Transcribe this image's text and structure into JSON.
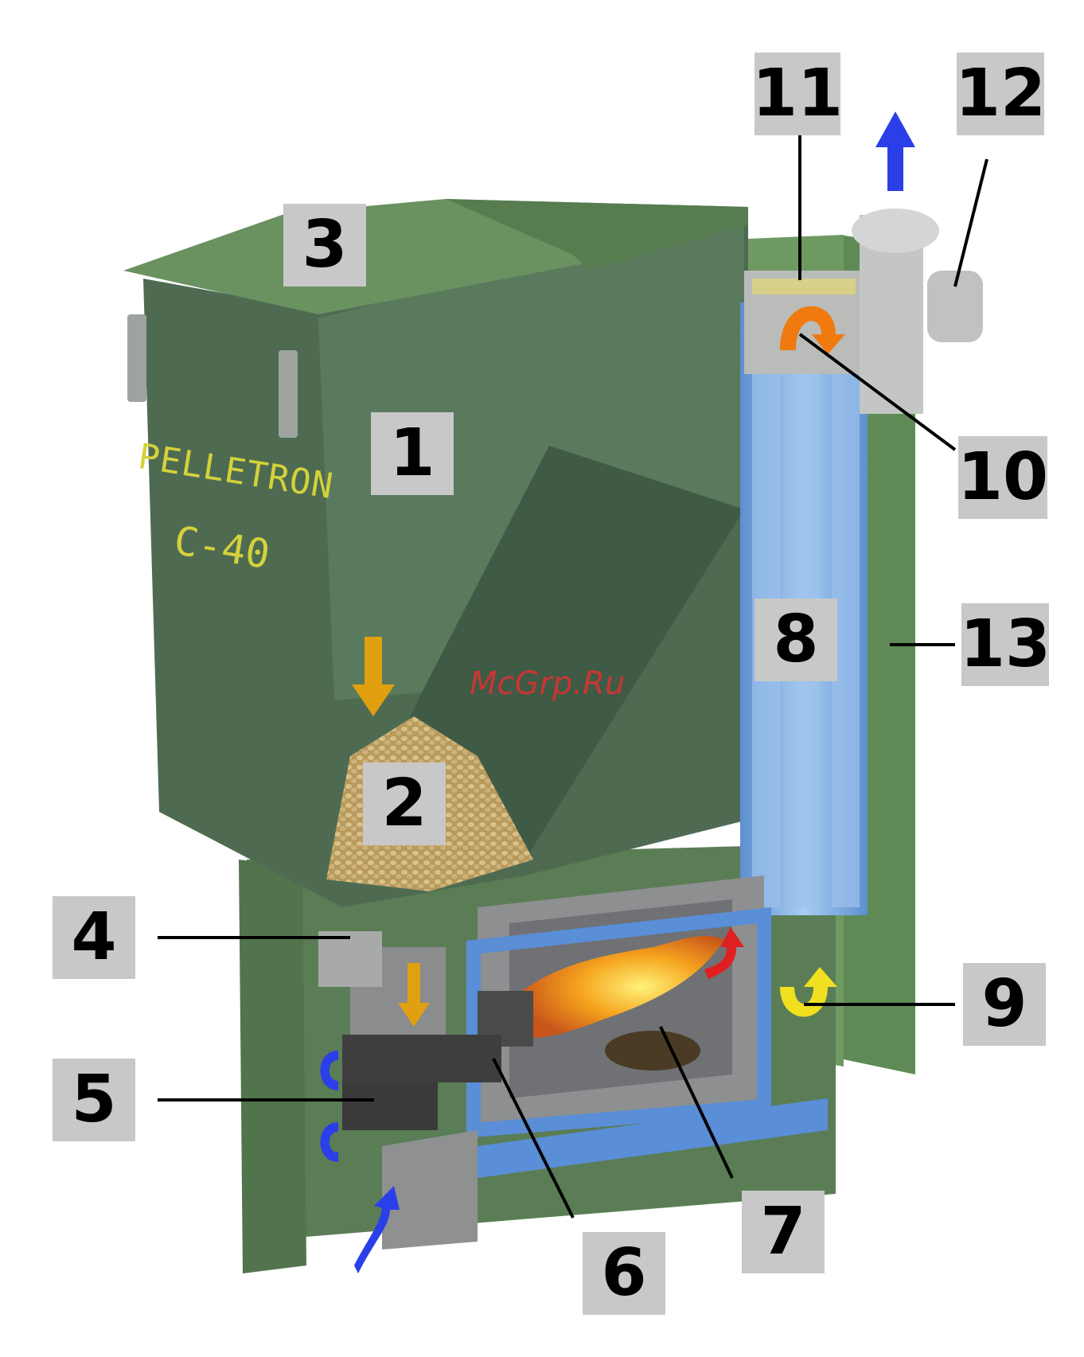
{
  "diagram": {
    "brand_line1": "PELLETRON",
    "brand_line2": "C-40",
    "watermark": "McGrp.Ru",
    "callouts": [
      {
        "id": "1",
        "text": "1"
      },
      {
        "id": "2",
        "text": "2"
      },
      {
        "id": "3",
        "text": "3"
      },
      {
        "id": "4",
        "text": "4"
      },
      {
        "id": "5",
        "text": "5"
      },
      {
        "id": "6",
        "text": "6"
      },
      {
        "id": "7",
        "text": "7"
      },
      {
        "id": "8",
        "text": "8"
      },
      {
        "id": "9",
        "text": "9"
      },
      {
        "id": "10",
        "text": "10"
      },
      {
        "id": "11",
        "text": "11"
      },
      {
        "id": "12",
        "text": "12"
      },
      {
        "id": "13",
        "text": "13"
      }
    ]
  },
  "colors": {
    "housing_green": "#5b7d56",
    "hopper_dark": "#4d6a52",
    "lid_green": "#6a9160",
    "heat_exchanger_blue": "#7fb0e6",
    "flame_orange": "#f29a1c",
    "arrow_blue": "#2b3fe8",
    "arrow_orange": "#e0a010",
    "arrow_red": "#e02020",
    "arrow_yellow": "#f0e020",
    "label_bg": "#c8c8c8"
  }
}
